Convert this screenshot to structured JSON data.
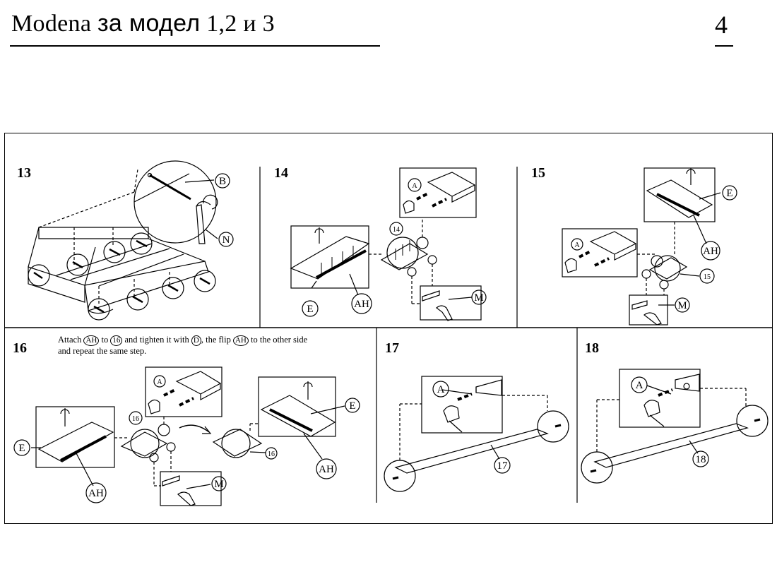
{
  "header": {
    "title_latin": "Modena",
    "title_cyrillic": "за модел",
    "title_models": "1,2 и 3",
    "page_number": "4"
  },
  "steps": [
    {
      "number": "13",
      "callouts": [
        "B",
        "N"
      ]
    },
    {
      "number": "14",
      "callouts": [
        "A",
        "14",
        "E",
        "AH",
        "M"
      ]
    },
    {
      "number": "15",
      "callouts": [
        "A",
        "E",
        "AH",
        "15",
        "M"
      ]
    },
    {
      "number": "16",
      "callouts": [
        "A",
        "16",
        "E",
        "AH",
        "M",
        "16",
        "AH",
        "E"
      ]
    },
    {
      "number": "17",
      "callouts": [
        "A",
        "17"
      ]
    },
    {
      "number": "18",
      "callouts": [
        "A",
        "18"
      ]
    }
  ],
  "instruction_16": {
    "t1": "Attach",
    "c1": "AH",
    "t2": "to",
    "c2": "16",
    "t3": "and tighten it with",
    "c3": "D",
    "t4": ", the flip",
    "c4": "AH",
    "t5": "to the other side",
    "t6": "and repeat the same step."
  }
}
